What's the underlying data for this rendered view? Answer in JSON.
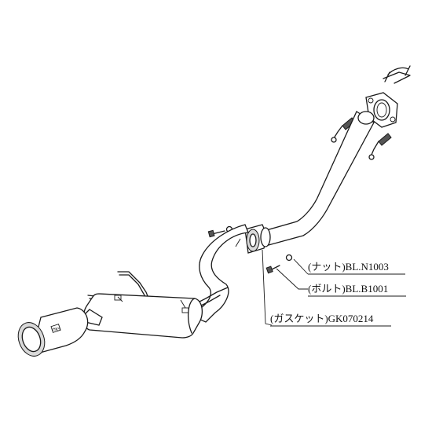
{
  "labels": {
    "nut": "(ナット)BL.N1003",
    "bolt": "(ボルト)BL.B1001",
    "gasket": "(ガスケット)GK070214"
  },
  "colors": {
    "line": "#1a1a1a",
    "background": "#ffffff"
  }
}
